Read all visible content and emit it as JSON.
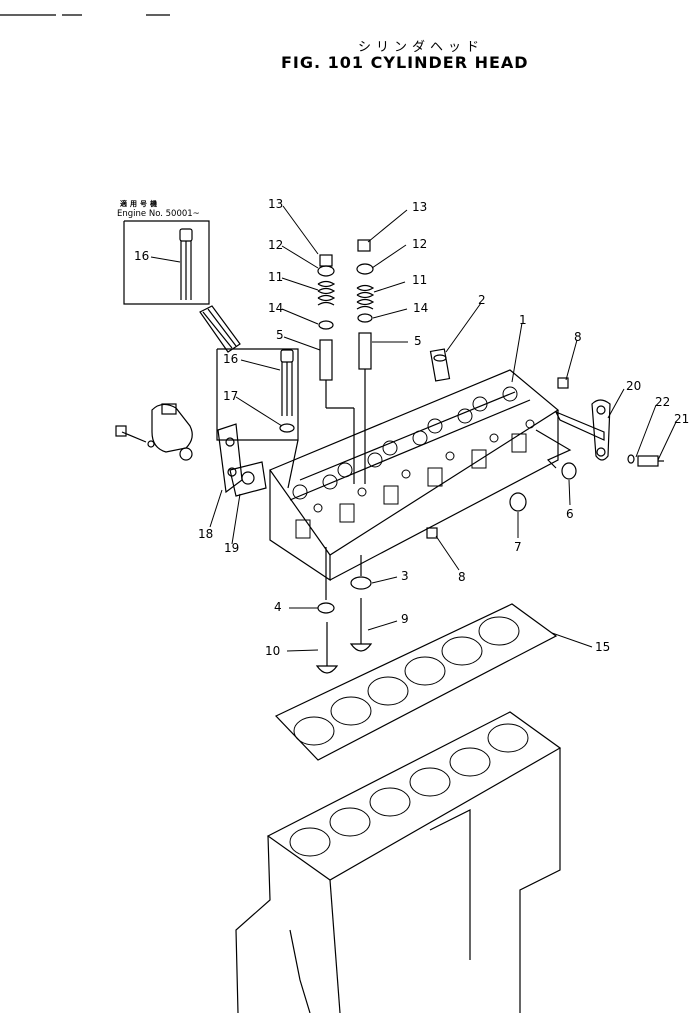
{
  "title": {
    "japanese": "シリンダヘッド",
    "english": "FIG. 101  CYLINDER HEAD"
  },
  "serial_note": {
    "line1": "適用号機",
    "line2": "Engine No. 50001~"
  },
  "callouts": {
    "c1": "1",
    "c2": "2",
    "c3": "3",
    "c4": "4",
    "c5a": "5",
    "c5b": "5",
    "c6": "6",
    "c7": "7",
    "c8a": "8",
    "c8b": "8",
    "c9": "9",
    "c10": "10",
    "c11a": "11",
    "c11b": "11",
    "c12a": "12",
    "c12b": "12",
    "c13a": "13",
    "c13b": "13",
    "c14a": "14",
    "c14b": "14",
    "c15": "15",
    "c16a": "16",
    "c16b": "16",
    "c17": "17",
    "c18": "18",
    "c19": "19",
    "c20": "20",
    "c21": "21",
    "c22": "22"
  }
}
